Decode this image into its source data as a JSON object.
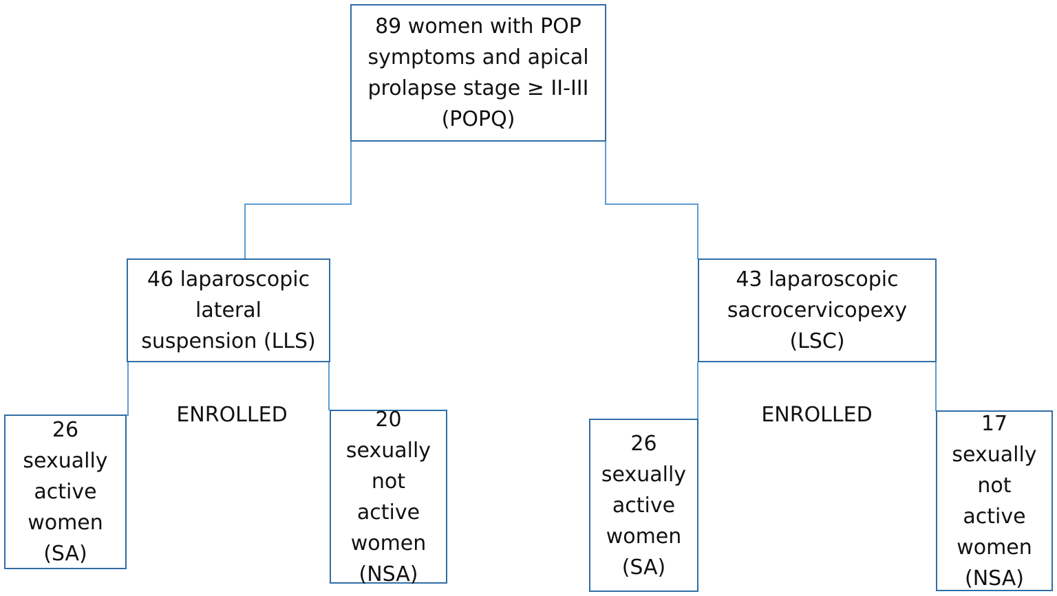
{
  "diagram": {
    "root": "89 women with POP\nsymptoms and apical\nprolapse stage ≥ II-III\n(POPQ)",
    "left_branch": {
      "group": "46 laparoscopic\nlateral\nsuspension (LLS)",
      "enrolled_label": "ENROLLED",
      "sexually_active": "26\nsexually\nactive\nwomen\n(SA)",
      "not_sexually_active": "20\nsexually\nnot\nactive\nwomen\n(NSA)"
    },
    "right_branch": {
      "group": "43 laparoscopic\nsacrocervicopexy\n(LSC)",
      "enrolled_label": "ENROLLED",
      "sexually_active": "26\nsexually\nactive\nwomen\n(SA)",
      "not_sexually_active": "17\nsexually\nnot\nactive\nwomen\n(NSA)"
    },
    "colors": {
      "box_border": "#2e6da4",
      "connector": "#5b9bd5",
      "text": "#111111"
    }
  }
}
